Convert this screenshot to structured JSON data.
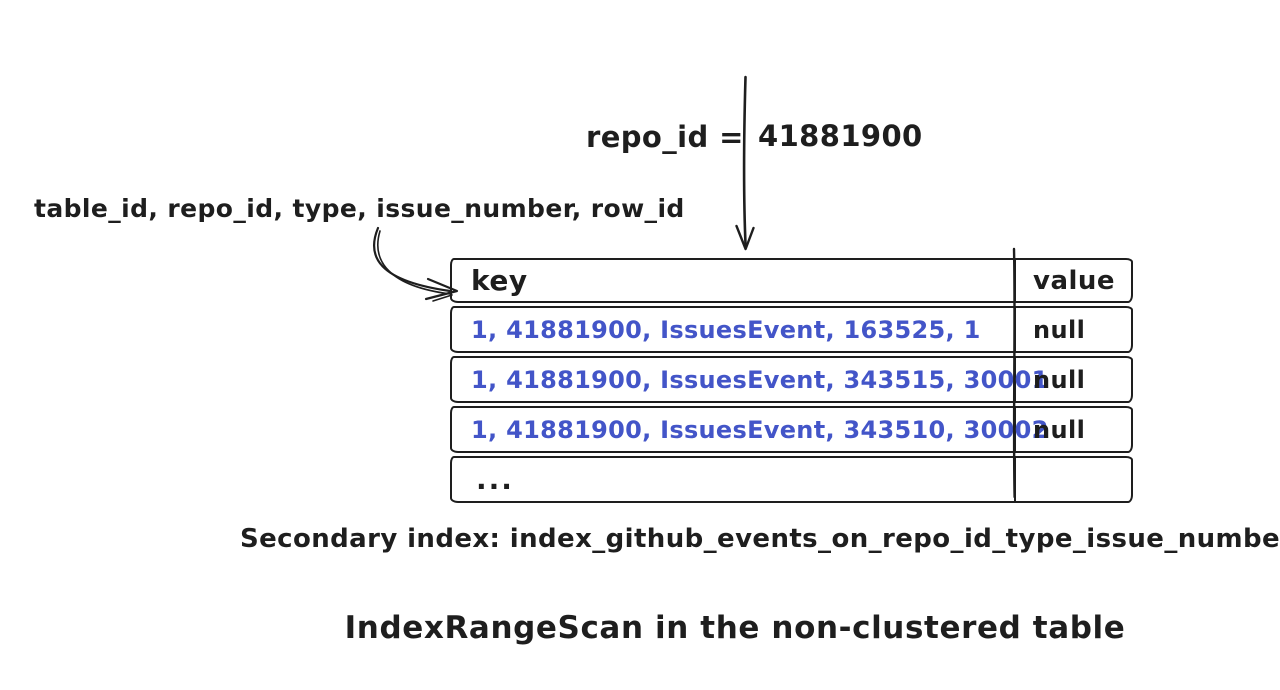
{
  "colors": {
    "ink": "#1e1e1e",
    "key_text": "#4355c8",
    "background": "#ffffff"
  },
  "filter": {
    "label": "repo_id =",
    "value": "41881900"
  },
  "key_columns_label": "table_id, repo_id, type, issue_number, row_id",
  "table": {
    "headers": [
      "key",
      "value"
    ],
    "rows": [
      {
        "key": "1, 41881900, IssuesEvent, 163525, 1",
        "value": "null"
      },
      {
        "key": "1, 41881900, IssuesEvent, 343515, 30001",
        "value": "null"
      },
      {
        "key": "1, 41881900, IssuesEvent, 343510, 30002",
        "value": "null"
      },
      {
        "key": "...",
        "value": ""
      }
    ]
  },
  "caption": "Secondary index: index_github_events_on_repo_id_type_issue_number",
  "title": "IndexRangeScan in the non-clustered table",
  "icons": {
    "down_arrow": "straight-down-arrow",
    "curved_arrow": "curved-right-arrow",
    "column_divider": "long-vertical-stroke"
  }
}
